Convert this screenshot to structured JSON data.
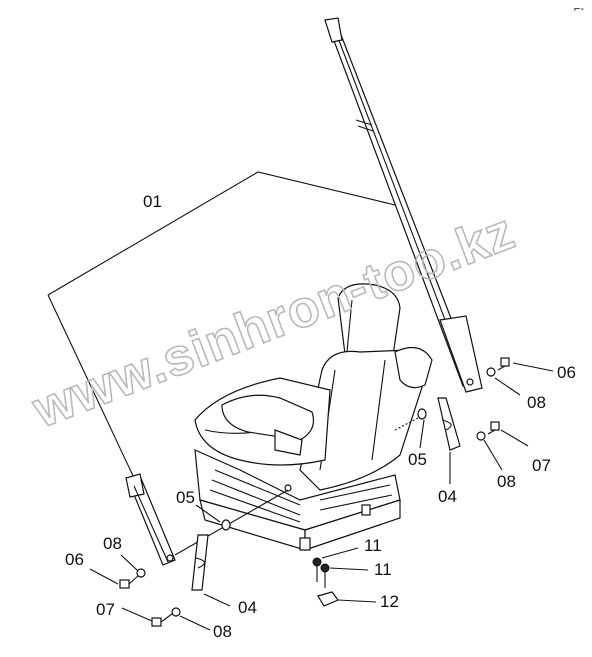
{
  "diagram": {
    "watermark": "www.sinhron-too.kz",
    "corner_mark": "⌐-",
    "callouts": {
      "assembly": "01",
      "belt_left": "04",
      "belt_right": "04",
      "spacer_left": "05",
      "spacer_right": "05",
      "bolt6_left": "06",
      "bolt6_right": "06",
      "bolt7_left": "07",
      "bolt7_right": "07",
      "washer_left_top": "08",
      "washer_left_bottom": "08",
      "washer_right_top": "08",
      "washer_right_bottom": "08",
      "screw_a": "11",
      "screw_b": "11",
      "lever": "12"
    }
  }
}
